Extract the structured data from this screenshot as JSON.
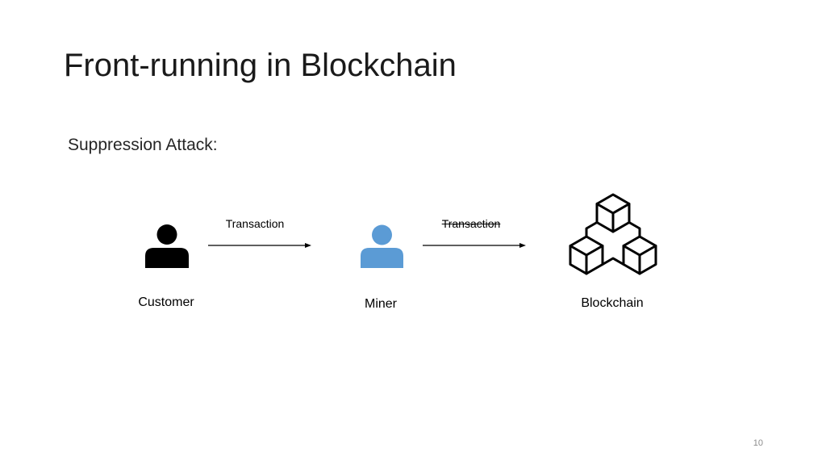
{
  "slide": {
    "title": "Front-running in Blockchain",
    "subtitle": "Suppression Attack:",
    "page_number": "10"
  },
  "diagram": {
    "nodes": [
      {
        "id": "customer",
        "label": "Customer",
        "icon": "person-icon",
        "color": "#000000"
      },
      {
        "id": "miner",
        "label": "Miner",
        "icon": "person-icon",
        "color": "#5b9bd5"
      },
      {
        "id": "blockchain",
        "label": "Blockchain",
        "icon": "blockchain-cubes-icon",
        "color": "#000000"
      }
    ],
    "edges": [
      {
        "from": "customer",
        "to": "miner",
        "label": "Transaction",
        "struck": false
      },
      {
        "from": "miner",
        "to": "blockchain",
        "label": "Transaction",
        "struck": true
      }
    ]
  }
}
